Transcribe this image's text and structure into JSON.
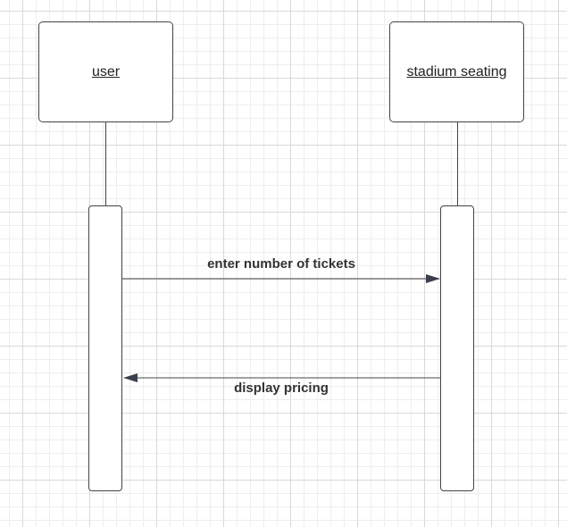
{
  "participants": {
    "left": {
      "label": "user"
    },
    "right": {
      "label": "stadium seating"
    }
  },
  "messages": [
    {
      "label": "enter number of tickets",
      "from": "user",
      "to": "stadium seating"
    },
    {
      "label": "display pricing",
      "from": "stadium seating",
      "to": "user"
    }
  ],
  "colors": {
    "line": "#444444",
    "arrow_head": "#3a3f4a",
    "text": "#333333"
  }
}
